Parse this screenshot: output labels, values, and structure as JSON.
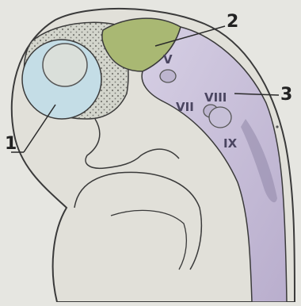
{
  "colors": {
    "page_background": "#e6e6e1",
    "body_fill": "#e1e0d9",
    "outline": "#3a3a3a",
    "eye_fill": "#c4dde6",
    "eye_pupil": "#d9ddd8",
    "dotted_region": "#d2d4cc",
    "green_region": "#a9b873",
    "purple_region": "#c8c0d8",
    "purple_dark": "#8f86a8"
  },
  "labels": {
    "callout_1": "1",
    "callout_2": "2",
    "callout_3": "3",
    "nerve_v": "V",
    "nerve_vii": "VII",
    "nerve_viii": "VIII",
    "nerve_ix": "IX"
  }
}
